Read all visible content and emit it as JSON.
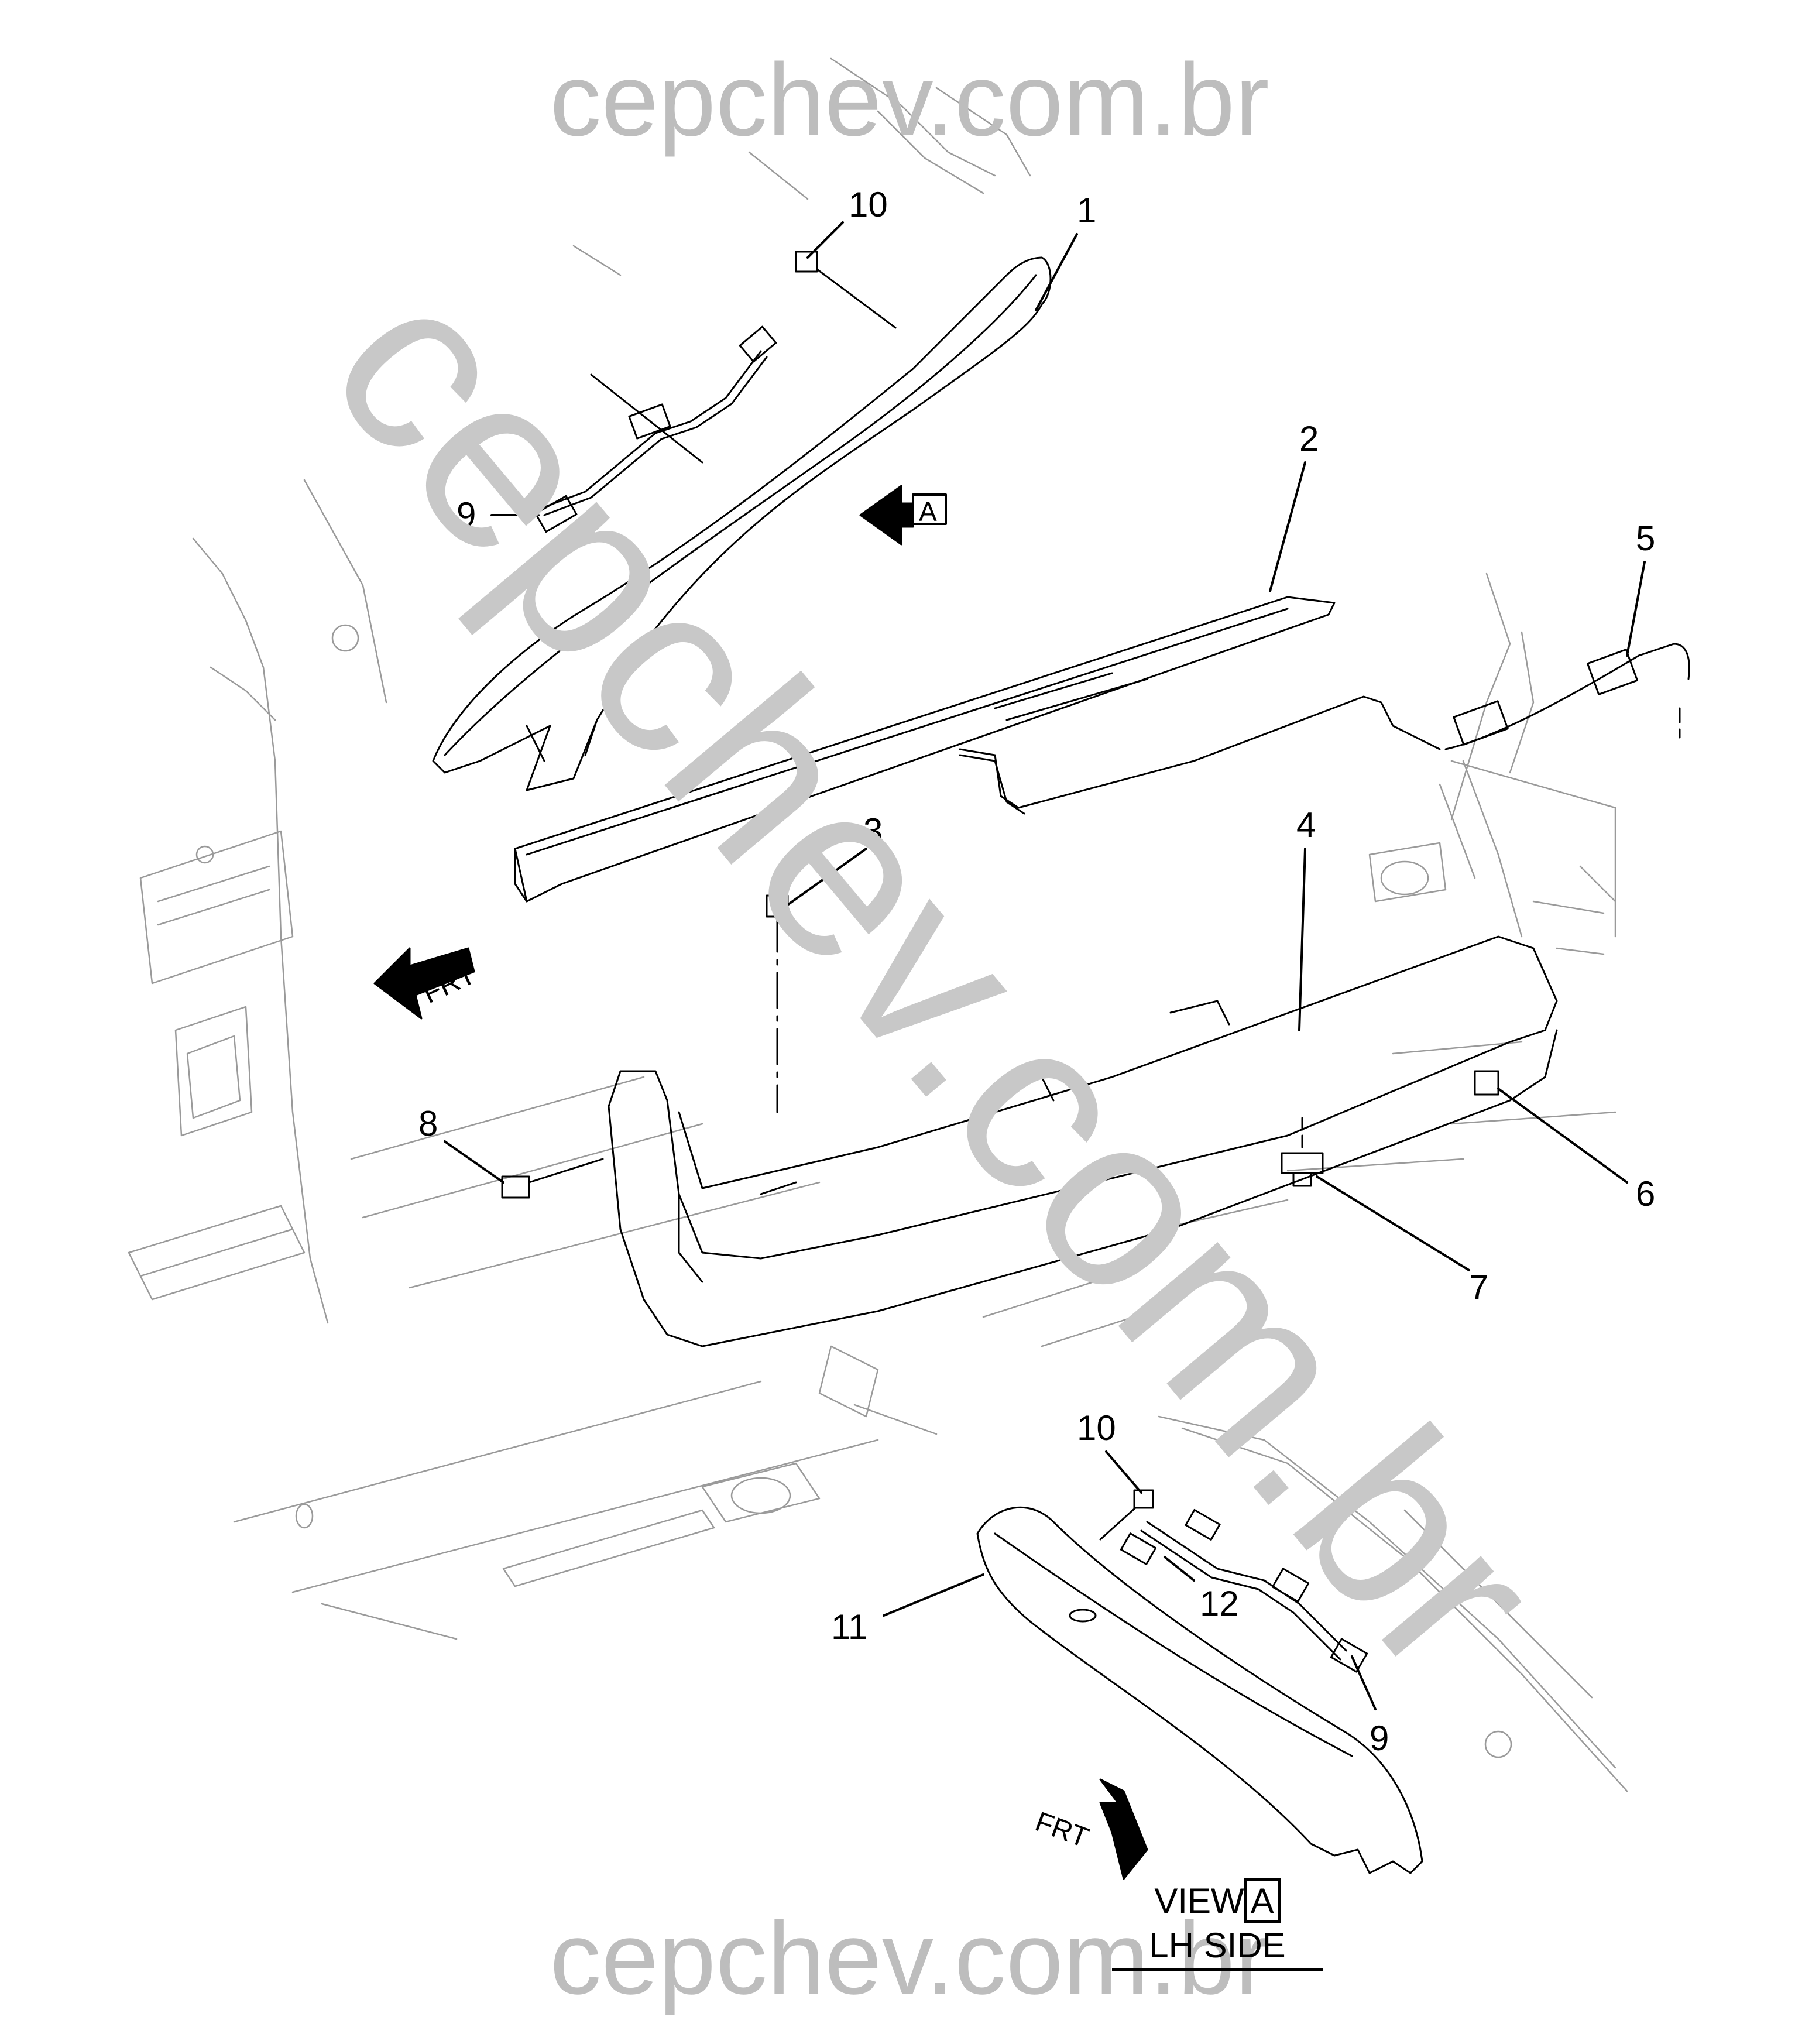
{
  "watermarks": {
    "top": "cepchev.com.br",
    "diagonal": "cepchev.com.br",
    "bottom": "cepchev.com.br"
  },
  "callouts": [
    {
      "id": "c1",
      "text": "1"
    },
    {
      "id": "c2",
      "text": "2"
    },
    {
      "id": "c3",
      "text": "3"
    },
    {
      "id": "c4",
      "text": "4"
    },
    {
      "id": "c5",
      "text": "5"
    },
    {
      "id": "c6",
      "text": "6"
    },
    {
      "id": "c7",
      "text": "7"
    },
    {
      "id": "c8",
      "text": "8"
    },
    {
      "id": "c9a",
      "text": "9"
    },
    {
      "id": "c9b",
      "text": "9"
    },
    {
      "id": "c10a",
      "text": "10"
    },
    {
      "id": "c10b",
      "text": "10"
    },
    {
      "id": "c11",
      "text": "11"
    },
    {
      "id": "c12",
      "text": "12"
    }
  ],
  "view_marker": "A",
  "frt_label": "FRT",
  "view_label": {
    "line1": "VIEW",
    "box": "A",
    "line2": "LH SIDE"
  }
}
